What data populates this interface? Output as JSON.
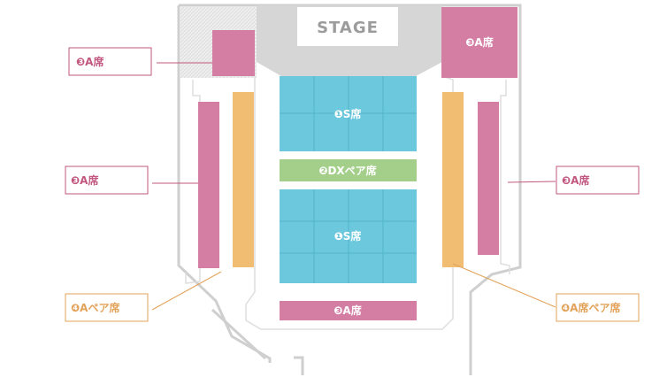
{
  "stage_label": "STAGE",
  "zones": {
    "s_top": "❶S席",
    "dx_pair": "❷DXペア席",
    "s_bottom": "❶S席",
    "a_bottom": "❸A席",
    "a_top_right": "❸A席"
  },
  "callouts": {
    "a_top_left": "❸A席",
    "a_left": "❸A席",
    "a_right": "❸A席",
    "pair_left": "❹Aペア席",
    "pair_right": "❹A席ペア席"
  },
  "colors": {
    "s_seat": "#6cc8dc",
    "dx_pair": "#a3cf8a",
    "a_seat": "#d57ea4",
    "pair_seat": "#f0bd73",
    "stage": "#d6d6d6",
    "wall": "#cfcfcf",
    "callout_pink": "#c2577f",
    "callout_orange": "#e3a25a"
  }
}
